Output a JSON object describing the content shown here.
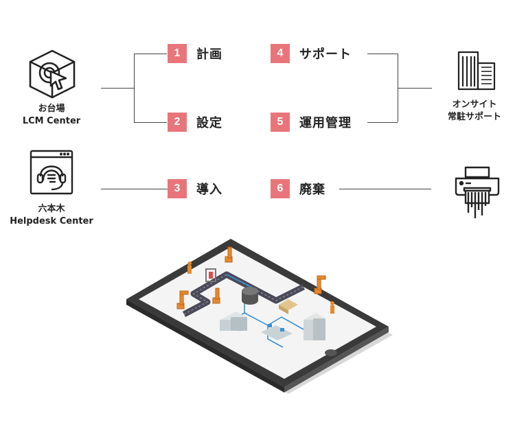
{
  "left": {
    "odaiba": {
      "line1": "お台場",
      "line2": "LCM Center",
      "icon": "cube-cursor-icon"
    },
    "roppongi": {
      "line1": "六本木",
      "line2": "Helpdesk Center",
      "icon": "headset-operator-icon"
    }
  },
  "right": {
    "onsite": {
      "line1": "オンサイト",
      "line2": "常駐サポート",
      "icon": "office-buildings-icon"
    },
    "disposal": {
      "icon": "paper-shredder-icon"
    }
  },
  "steps": [
    {
      "number": "1",
      "label": "計画"
    },
    {
      "number": "2",
      "label": "設定"
    },
    {
      "number": "3",
      "label": "導入"
    },
    {
      "number": "4",
      "label": "サポート"
    },
    {
      "number": "5",
      "label": "運用管理"
    },
    {
      "number": "6",
      "label": "廃棄"
    }
  ],
  "colors": {
    "accent": "#e8757a",
    "line": "#444444",
    "robot": "#e8892e",
    "tablet": "#3a3a3a"
  },
  "illustration": {
    "icon": "tablet-factory-illustration"
  }
}
